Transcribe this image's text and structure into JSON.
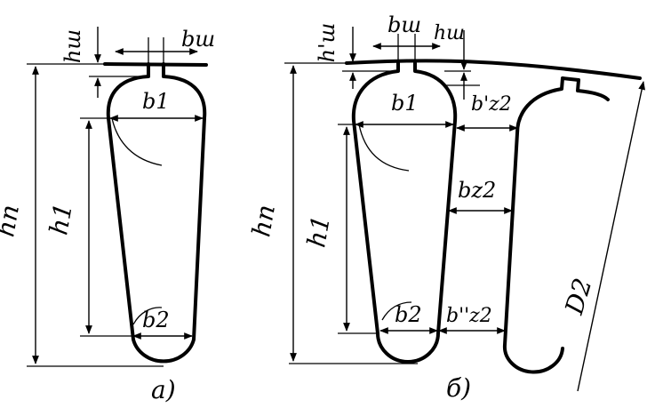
{
  "figure_a": {
    "caption": "а)",
    "labels": {
      "h_sh": "hш",
      "b_sh": "bш",
      "b1": "b1",
      "h_n": "hn",
      "h1": "h1",
      "b2": "b2"
    }
  },
  "figure_b": {
    "caption": "б)",
    "labels": {
      "h_sh_prime": "h'ш",
      "b_sh": "bш",
      "h_sh": "hш",
      "b1": "b1",
      "b_z2_prime": "b'z2",
      "b_z2": "bz2",
      "h_n": "hn",
      "h1": "h1",
      "b2": "b2",
      "b_z2_double_prime": "b''z2",
      "D2": "D2"
    }
  }
}
